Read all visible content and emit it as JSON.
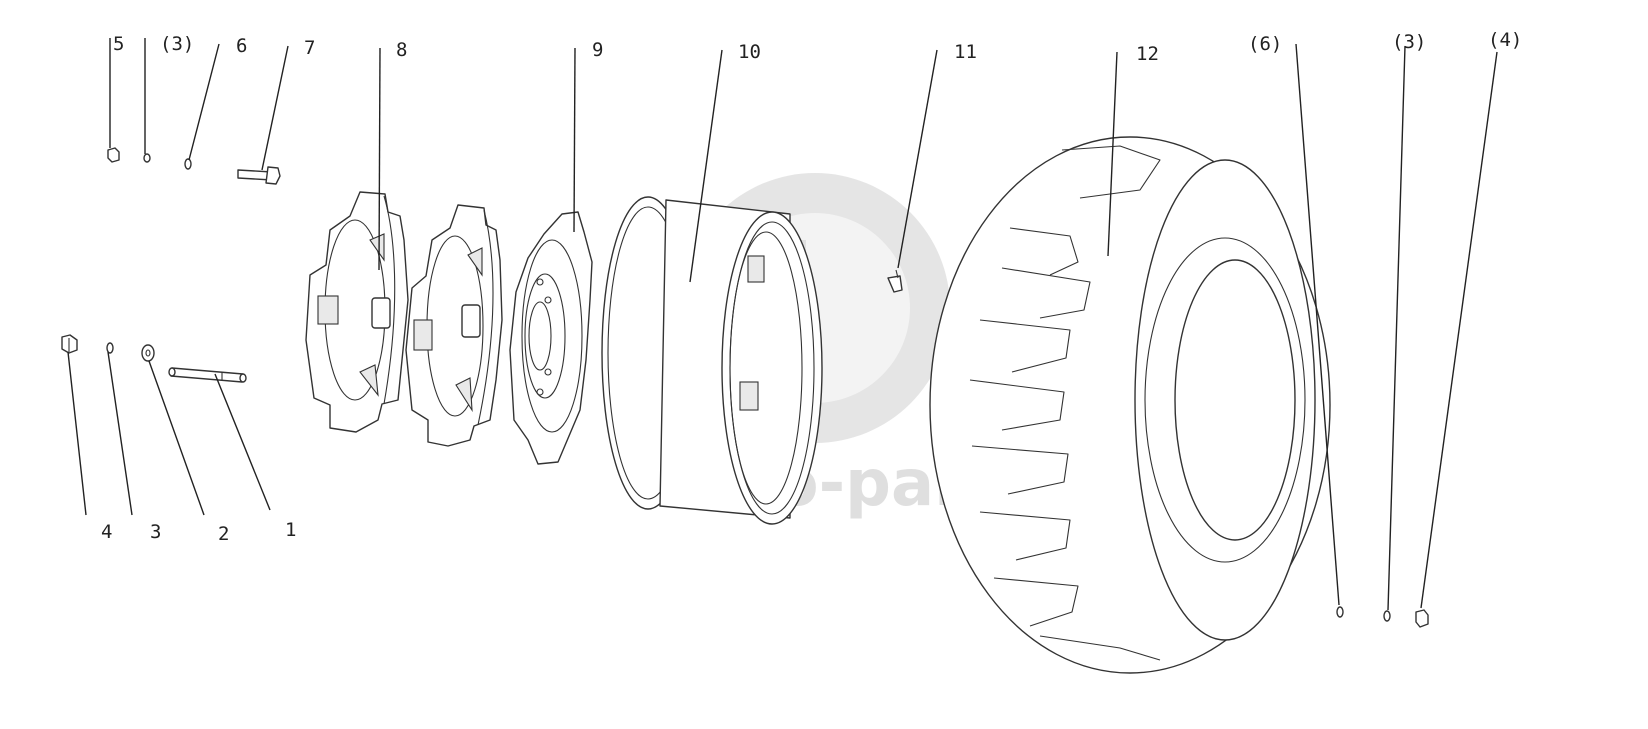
{
  "diagram": {
    "callouts": [
      {
        "id": "c5",
        "text": "5"
      },
      {
        "id": "c3a",
        "text": "(3)"
      },
      {
        "id": "c6",
        "text": "6"
      },
      {
        "id": "c7",
        "text": "7"
      },
      {
        "id": "c8",
        "text": "8"
      },
      {
        "id": "c9",
        "text": "9"
      },
      {
        "id": "c10",
        "text": "10"
      },
      {
        "id": "c11",
        "text": "11"
      },
      {
        "id": "c12",
        "text": "12"
      },
      {
        "id": "c6b",
        "text": "(6)"
      },
      {
        "id": "c3b",
        "text": "(3)"
      },
      {
        "id": "c4b",
        "text": "(4)"
      },
      {
        "id": "c4",
        "text": "4"
      },
      {
        "id": "c3",
        "text": "3"
      },
      {
        "id": "c2",
        "text": "2"
      },
      {
        "id": "c1",
        "text": "1"
      }
    ],
    "watermark": "dato-parts"
  }
}
